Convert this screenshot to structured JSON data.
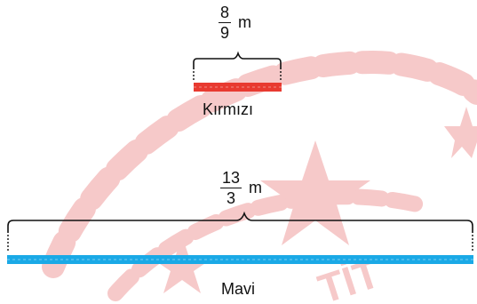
{
  "colors": {
    "red_rope": "#e83a30",
    "blue_rope": "#1aa9e6",
    "watermark": "#f6c9c9",
    "bracket": "#111111"
  },
  "red": {
    "numerator": "8",
    "denominator": "9",
    "unit": "m",
    "label": "Kırmızı"
  },
  "blue": {
    "numerator": "13",
    "denominator": "3",
    "unit": "m",
    "label": "Mavi"
  },
  "watermark_icon": "star-and-crescent-watermark"
}
